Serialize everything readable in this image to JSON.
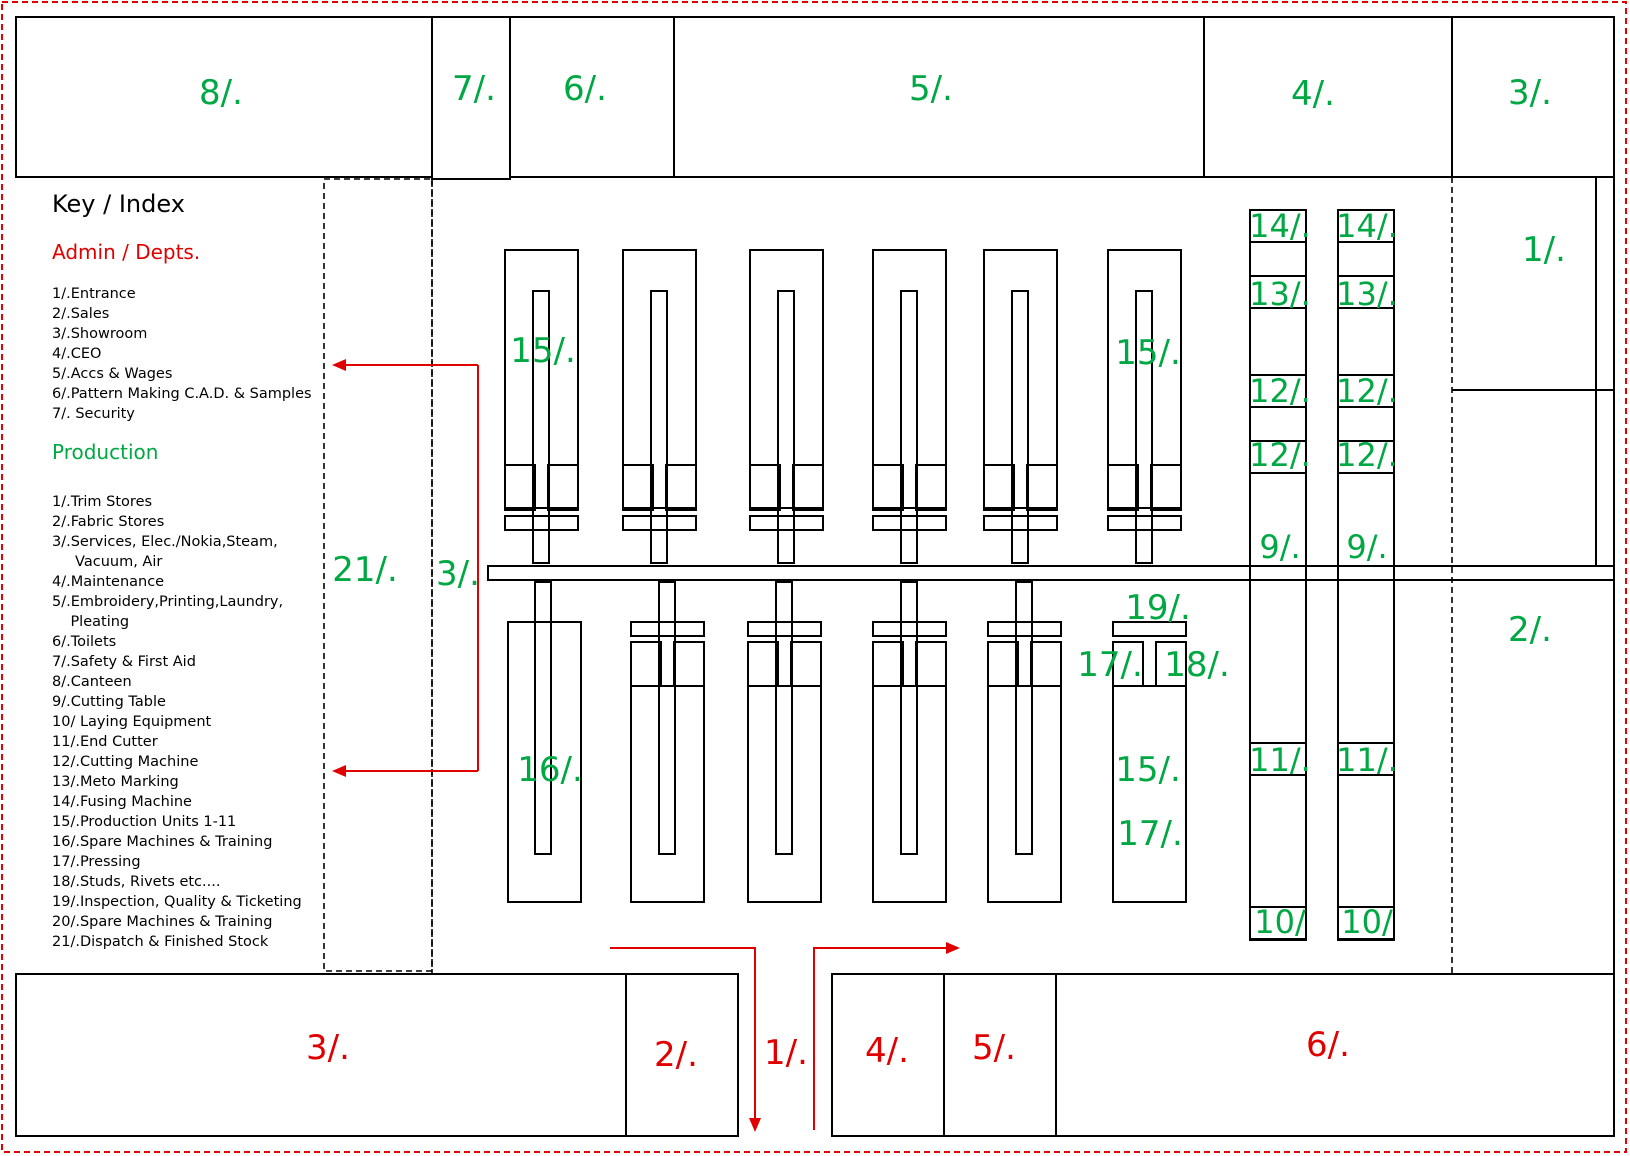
{
  "legend": {
    "title": "Key / Index",
    "admin_heading": "Admin / Depts.",
    "admin_items": [
      "1/.Entrance",
      "2/.Sales",
      "3/.Showroom",
      "4/.CEO",
      "5/.Accs & Wages",
      "6/.Pattern Making C.A.D. & Samples",
      "7/. Security"
    ],
    "production_heading": "Production",
    "production_items": [
      "1/.Trim Stores",
      "2/.Fabric Stores",
      "3/.Services, Elec./Nokia,Steam,\n     Vacuum, Air",
      "4/.Maintenance",
      "5/.Embroidery,Printing,Laundry,\n    Pleating",
      "6/.Toilets",
      "7/.Safety & First Aid",
      "8/.Canteen",
      "9/.Cutting Table",
      "10/ Laying Equipment",
      "11/.End Cutter",
      "12/.Cutting Machine",
      "13/.Meto Marking",
      "14/.Fusing Machine",
      "15/.Production Units 1-11",
      "16/.Spare Machines & Training",
      "17/.Pressing",
      "18/.Studs, Rivets etc....",
      "19/.Inspection, Quality & Ticketing",
      "20/.Spare Machines & Training",
      "21/.Dispatch & Finished Stock"
    ]
  },
  "top_rooms": [
    "8/.",
    "7/.",
    "6/.",
    "5/.",
    "4/.",
    "3/."
  ],
  "bottom_rooms": [
    "3/.",
    "2/.",
    "1/.",
    "4/.",
    "5/.",
    "6/."
  ],
  "right_rooms": [
    "1/.",
    "2/."
  ],
  "left_zones": [
    "21/.",
    "3/."
  ],
  "unit_labels": {
    "unit_15_left": "15/.",
    "unit_15_right": "15/.",
    "unit_16": "16/.",
    "unit_19": "19/.",
    "unit_17_top": "17/.",
    "unit_18": "18/.",
    "unit_15_lower": "15/.",
    "unit_17_lower": "17/."
  },
  "cutting_line_labels": [
    "14/.",
    "13/.",
    "12/.",
    "12/.",
    "9/.",
    "11/.",
    "10/"
  ],
  "colors": {
    "green": "#00a843",
    "red": "#e00000",
    "line": "#000000"
  }
}
